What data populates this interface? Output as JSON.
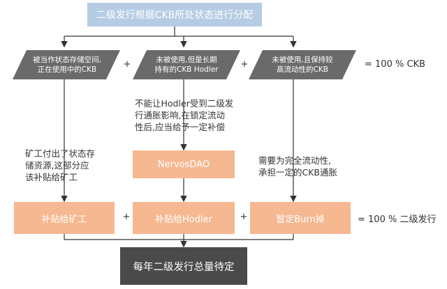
{
  "top": {
    "title": "二级发行根据CKB所处状态进行分配"
  },
  "states": [
    {
      "label_line1": "被当作状态存储空间,",
      "label_line2": "正在使用中的CKB"
    },
    {
      "label_line1": "未被使用,但是长期",
      "label_line2": "持有的CKB Hodler"
    },
    {
      "label_line1": "未被使用,且保持较",
      "label_line2": "高流动性的CKB"
    }
  ],
  "state_sum": "= 100 % CKB",
  "notes": {
    "miner_line1": "矿工付出了状态存",
    "miner_line2": "储资源,这部分应",
    "miner_line3": "该补贴给矿工",
    "hodler_line1": "不能让Hodler受到二级发",
    "hodler_line2": "行通胀影响,在锁定流动",
    "hodler_line3": "性后,应当给予一定补偿",
    "burn_line1": "需要为完全流动性,",
    "burn_line2": "承担一定的CKB通胀"
  },
  "nervosdao": "NervosDAO",
  "allocations": [
    {
      "label": "补贴给矿工"
    },
    {
      "label": "补贴给Hodler"
    },
    {
      "label": "暂定Burn掉"
    }
  ],
  "allocation_sum": "= 100 % 二级发行",
  "plus_sign": "+",
  "bottom": {
    "title": "每年二级发行总量待定"
  },
  "colors": {
    "top_box": "#b5cce4",
    "parallelogram": "#6a6a6a",
    "orange_box": "#f5b891",
    "bottom_box": "#4a4a4a",
    "line": "#333333"
  }
}
